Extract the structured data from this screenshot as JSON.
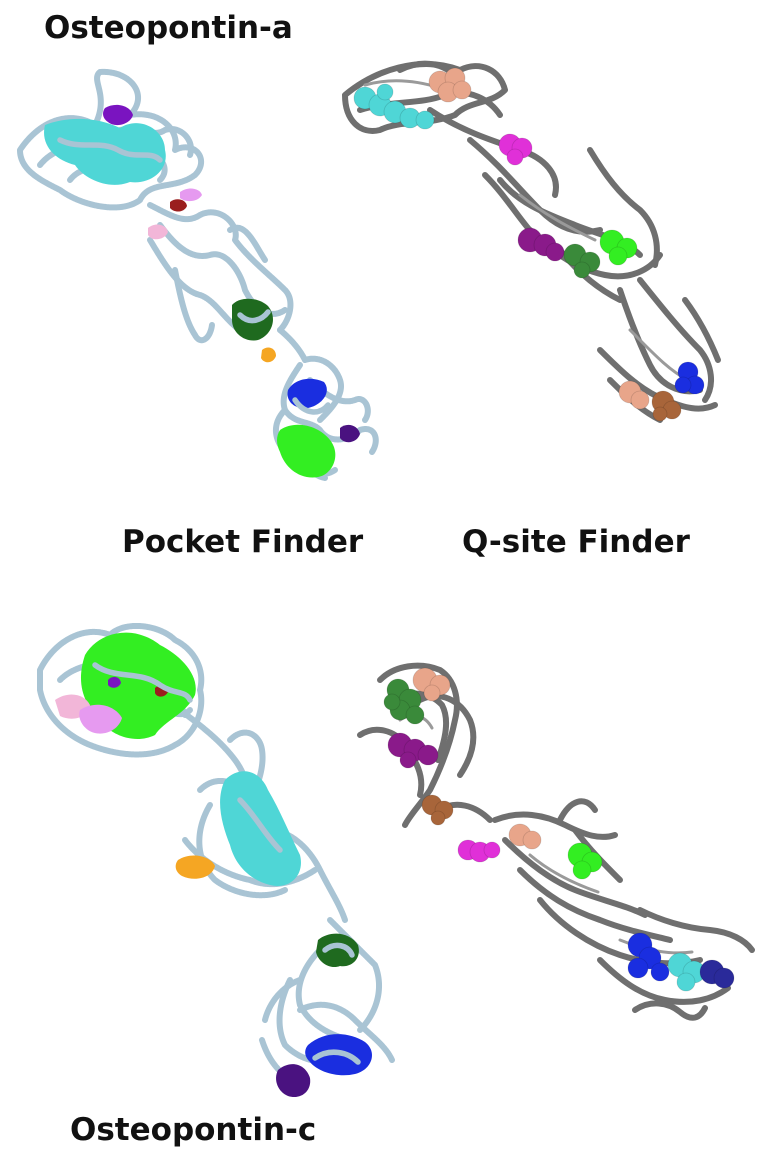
{
  "figure": {
    "top_title": "Osteopontin-a",
    "bottom_title": "Osteopontin-c",
    "method_left": "Pocket Finder",
    "method_right": "Q-site Finder"
  },
  "colors": {
    "tube": "#a9c4d4",
    "tube_dark": "#8eaabb",
    "ribbon": "#6f6f6f",
    "ribbon_light": "#9a9a9a",
    "cyan": "#4fd6d6",
    "green": "#33ee22",
    "dark_green": "#1f6a1f",
    "blue": "#1a2ee0",
    "purple": "#7a14c0",
    "dark_purple": "#4a1280",
    "magenta": "#e030d8",
    "pink": "#f2b6d8",
    "violet_pink": "#e69af0",
    "orange": "#f5a623",
    "brown_red": "#9a1e1e",
    "salmon": "#e8a58a",
    "brown": "#a8653a",
    "sphere_green": "#3a8a3a",
    "sphere_purple": "#8a1a8a",
    "navy": "#2a2a9a"
  }
}
